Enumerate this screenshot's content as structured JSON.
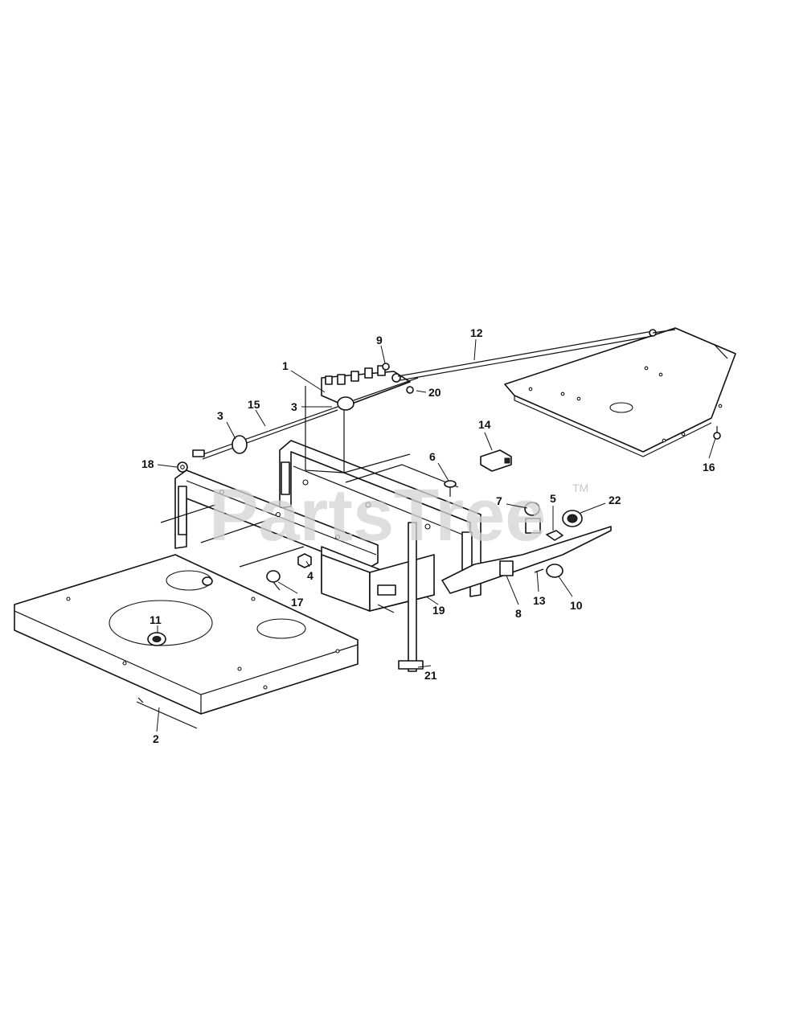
{
  "watermark": {
    "text": "PartsTree",
    "tm": "TM"
  },
  "callouts": [
    {
      "id": "1",
      "label": "1"
    },
    {
      "id": "2",
      "label": "2"
    },
    {
      "id": "3a",
      "label": "3"
    },
    {
      "id": "3b",
      "label": "3"
    },
    {
      "id": "4",
      "label": "4"
    },
    {
      "id": "5",
      "label": "5"
    },
    {
      "id": "6",
      "label": "6"
    },
    {
      "id": "7",
      "label": "7"
    },
    {
      "id": "8",
      "label": "8"
    },
    {
      "id": "9",
      "label": "9"
    },
    {
      "id": "10",
      "label": "10"
    },
    {
      "id": "11",
      "label": "11"
    },
    {
      "id": "12",
      "label": "12"
    },
    {
      "id": "13",
      "label": "13"
    },
    {
      "id": "14",
      "label": "14"
    },
    {
      "id": "15",
      "label": "15"
    },
    {
      "id": "16",
      "label": "16"
    },
    {
      "id": "17",
      "label": "17"
    },
    {
      "id": "18",
      "label": "18"
    },
    {
      "id": "19",
      "label": "19"
    },
    {
      "id": "20",
      "label": "20"
    },
    {
      "id": "21",
      "label": "21"
    },
    {
      "id": "22",
      "label": "22"
    }
  ]
}
